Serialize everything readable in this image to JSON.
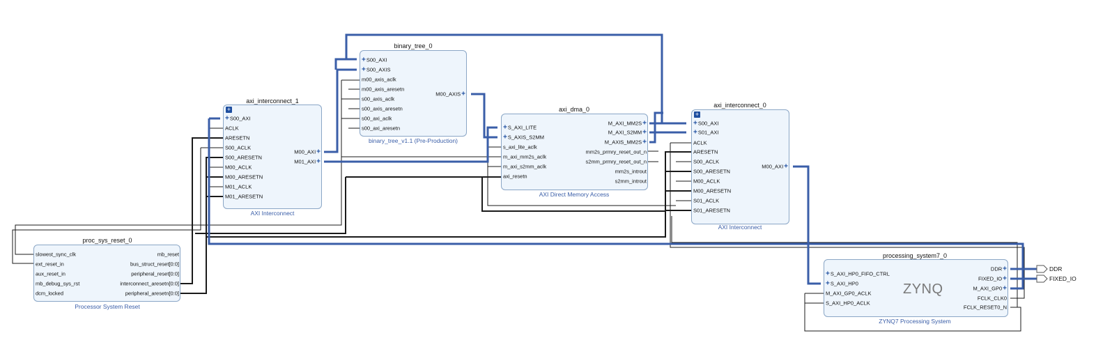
{
  "colors": {
    "block_fill": "#eef5fc",
    "block_border": "#8aa6c6",
    "bus": "#3a5ea8",
    "wire": "#1a1a1a",
    "subtitle": "#3a5ea8"
  },
  "blocks": {
    "binary_tree": {
      "name": "binary_tree_0",
      "subtitle": "binary_tree_v1.1 (Pre-Production)",
      "left_ports": [
        "S00_AXI",
        "S00_AXIS",
        "m00_axis_aclk",
        "m00_axis_aresetn",
        "s00_axis_aclk",
        "s00_axis_aresetn",
        "s00_axi_aclk",
        "s00_axi_aresetn"
      ],
      "right_ports": [
        "M00_AXIS"
      ]
    },
    "axi_interconnect_1": {
      "name": "axi_interconnect_1",
      "subtitle": "AXI Interconnect",
      "left_ports": [
        "S00_AXI",
        "ACLK",
        "ARESETN",
        "S00_ACLK",
        "S00_ARESETN",
        "M00_ACLK",
        "M00_ARESETN",
        "M01_ACLK",
        "M01_ARESETN"
      ],
      "right_ports": [
        "M00_AXI",
        "M01_AXI"
      ]
    },
    "axi_dma": {
      "name": "axi_dma_0",
      "subtitle": "AXI Direct Memory Access",
      "left_ports": [
        "S_AXI_LITE",
        "S_AXIS_S2MM",
        "s_axi_lite_aclk",
        "m_axi_mm2s_aclk",
        "m_axi_s2mm_aclk",
        "axi_resetn"
      ],
      "right_ports": [
        "M_AXI_MM2S",
        "M_AXI_S2MM",
        "M_AXIS_MM2S",
        "mm2s_prmry_reset_out_n",
        "s2mm_prmry_reset_out_n",
        "mm2s_introut",
        "s2mm_introut"
      ]
    },
    "axi_interconnect_0": {
      "name": "axi_interconnect_0",
      "subtitle": "AXI Interconnect",
      "left_ports": [
        "S00_AXI",
        "S01_AXI",
        "ACLK",
        "ARESETN",
        "S00_ACLK",
        "S00_ARESETN",
        "M00_ACLK",
        "M00_ARESETN",
        "S01_ACLK",
        "S01_ARESETN"
      ],
      "right_ports": [
        "M00_AXI"
      ]
    },
    "proc_sys_reset": {
      "name": "proc_sys_reset_0",
      "subtitle": "Processor System Reset",
      "left_ports": [
        "slowest_sync_clk",
        "ext_reset_in",
        "aux_reset_in",
        "mb_debug_sys_rst",
        "dcm_locked"
      ],
      "right_ports": [
        "mb_reset",
        "bus_struct_reset[0:0]",
        "peripheral_reset[0:0]",
        "interconnect_aresetn[0:0]",
        "peripheral_aresetn[0:0]"
      ]
    },
    "processing_system7": {
      "name": "processing_system7_0",
      "subtitle": "ZYNQ7 Processing System",
      "logo": "ZYNQ",
      "left_ports": [
        "S_AXI_HP0_FIFO_CTRL",
        "S_AXI_HP0",
        "M_AXI_GP0_ACLK",
        "S_AXI_HP0_ACLK"
      ],
      "right_ports": [
        "DDR",
        "FIXED_IO",
        "M_AXI_GP0",
        "FCLK_CLK0",
        "FCLK_RESET0_N"
      ]
    }
  },
  "external_ports": [
    "DDR",
    "FIXED_IO"
  ]
}
